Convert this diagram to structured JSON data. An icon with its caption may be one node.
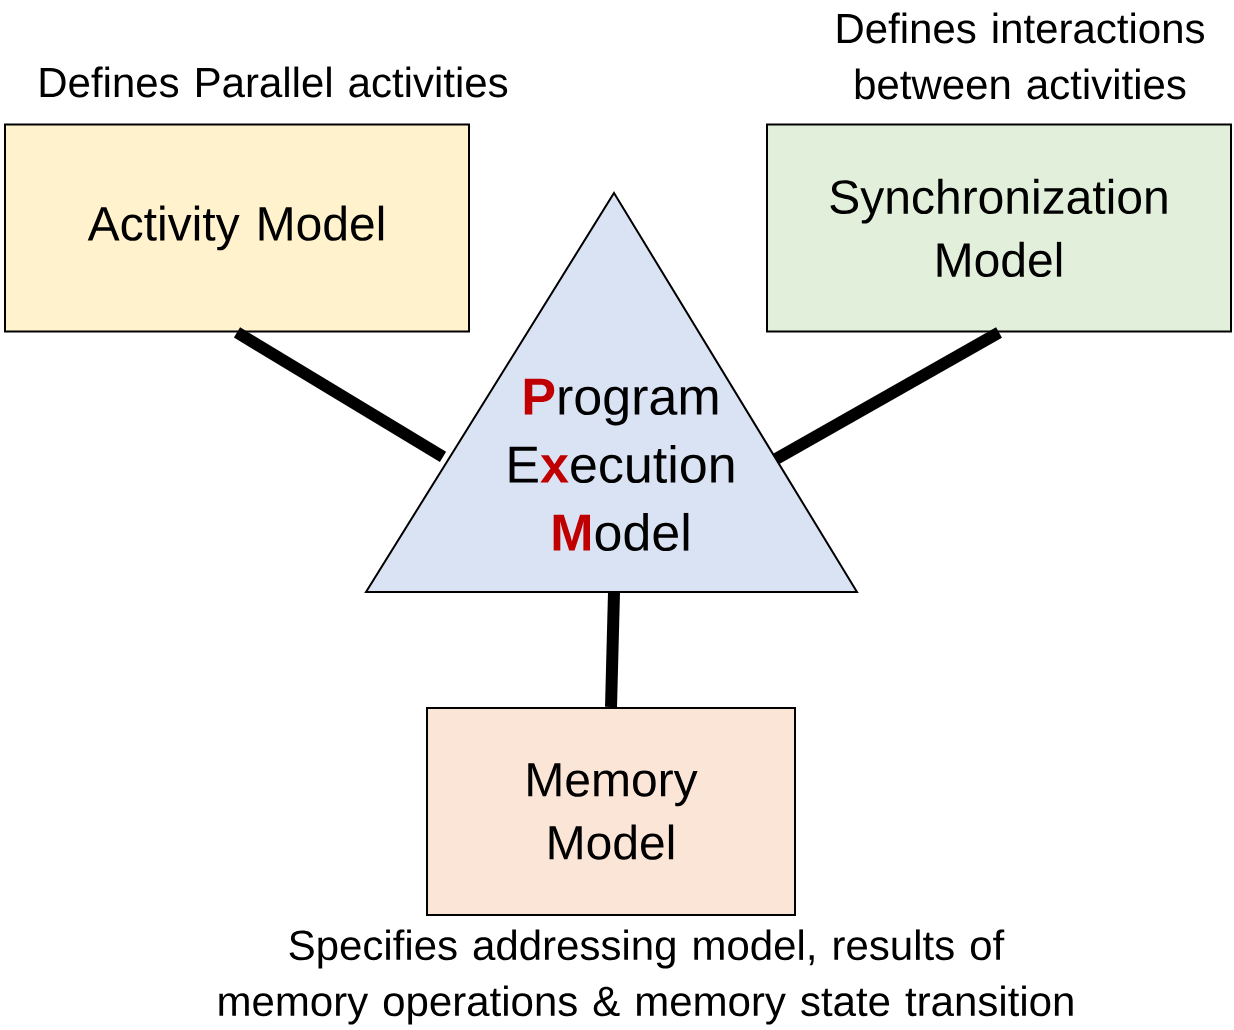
{
  "diagram": {
    "nodes": [
      {
        "text": [
          "Activity Model"
        ],
        "beside": [
          "Defines Parallel activities"
        ]
      },
      {
        "text": [
          "Synchronization Model"
        ],
        "beside": [
          "Defines interactions between activities"
        ]
      },
      {
        "text": [
          "**P**rogram E**x**ecution **M**odel"
        ]
      },
      {
        "text": [
          "Memory Model"
        ],
        "beside": [
          "Specifies addressing model, results of memory operations & memory state transition"
        ]
      }
    ],
    "edges": [
      {
        "from": 0,
        "to": 2,
        "arrow": "none"
      },
      {
        "from": 1,
        "to": 2,
        "arrow": "none"
      },
      {
        "from": 2,
        "to": 3,
        "arrow": "none"
      }
    ]
  }
}
